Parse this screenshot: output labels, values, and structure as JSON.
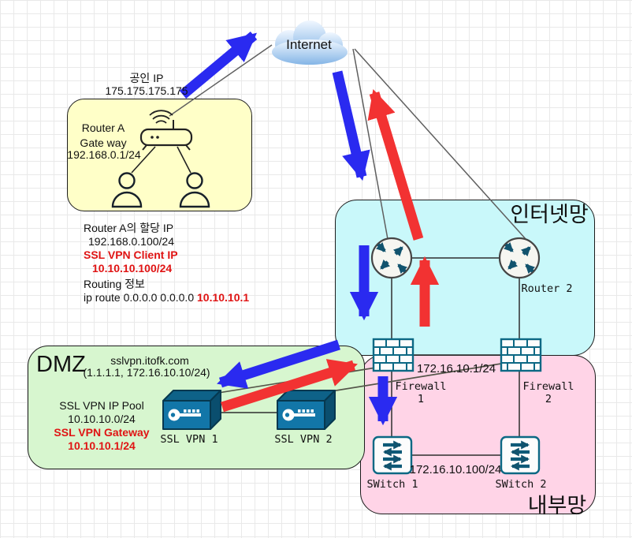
{
  "cloud": {
    "label": "Internet"
  },
  "public_ip": {
    "title": "공인 IP",
    "value": "175.175.175.175"
  },
  "router_a": {
    "name": "Router A",
    "gateway_label": "Gate way",
    "gateway_ip": "192.168.0.1/24"
  },
  "router_a_info": {
    "assigned_label": "Router A의 할당 IP",
    "assigned_ip": "192.168.0.100/24",
    "client_label": "SSL VPN Client IP",
    "client_ip": "10.10.10.100/24",
    "routing_label": "Routing 정보",
    "route_cmd": "ip route 0.0.0.0 0.0.0.0",
    "route_next_hop": "10.10.10.1"
  },
  "internet_zone": {
    "title": "인터넷망",
    "router2_label": "Router 2"
  },
  "firewalls": {
    "fw1_line1": "Firewall",
    "fw1_line2": "1",
    "fw2_line1": "Firewall",
    "fw2_line2": "2",
    "link_ip": "172.16.10.1/24"
  },
  "internal_zone": {
    "title": "내부망",
    "switch1_label": "SWitch 1",
    "switch2_label": "SWitch 2",
    "link_ip": "172.16.10.100/24"
  },
  "dmz": {
    "title": "DMZ",
    "domain": "sslvpn.itofk.com",
    "domain_ip": "(1.1.1.1, 172.16.10.10/24)",
    "pool_label": "SSL VPN IP Pool",
    "pool_ip": "10.10.10.0/24",
    "gateway_label": "SSL VPN Gateway",
    "gateway_ip": "10.10.10.1/24",
    "vpn1_label": "SSL VPN 1",
    "vpn2_label": "SSL VPN 2"
  },
  "colors": {
    "arrow_blue": "#2a2af0",
    "arrow_red": "#f23232",
    "zone_yellow": "#ffffc8",
    "zone_cyan": "#c9f8fa",
    "zone_green": "#d7f6cf",
    "zone_pink": "#ffd4e7",
    "red_text": "#e01414",
    "icon_teal": "#0c6884"
  }
}
